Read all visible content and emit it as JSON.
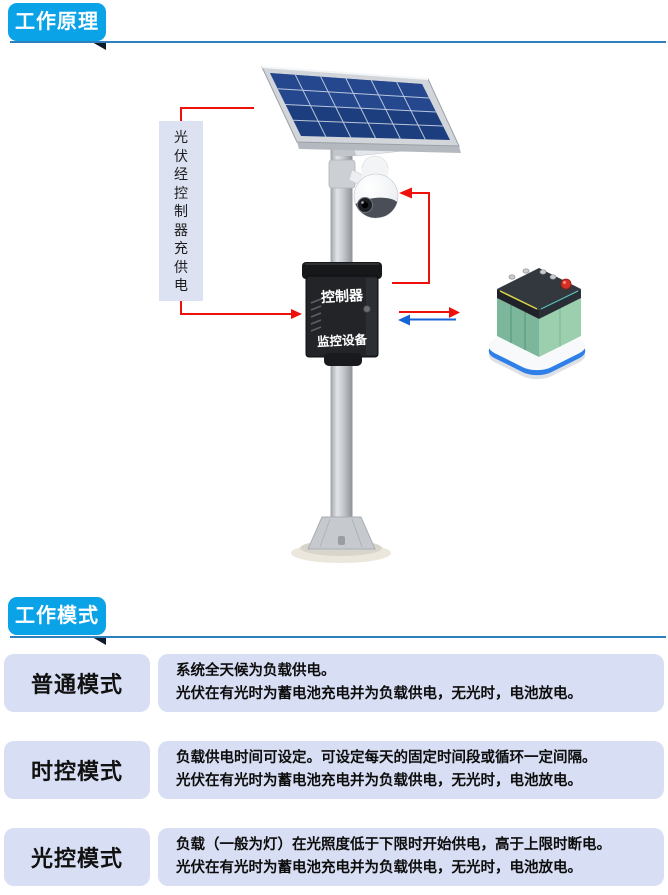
{
  "header": {
    "principle_badge": "工作原理",
    "mode_badge": "工作模式"
  },
  "colors": {
    "badge": "#0ba3e8",
    "rule": "#2e7fbe",
    "card_bg": "#d8def3",
    "arrow_red": "#ee100a",
    "arrow_blue": "#1565d8",
    "panel_blue": "#1d3e7e",
    "label_bg": "#dce2f2"
  },
  "diagram": {
    "flow_label": "光伏经控制器充供电",
    "controller_box": {
      "title": "控制器",
      "subtitle": "监控设备"
    },
    "parts": [
      "solar-panel",
      "ptz-camera",
      "controller-box",
      "pole",
      "battery"
    ],
    "arrows": [
      "pv-to-panel-line",
      "pv-to-controller-arrow",
      "controller-to-camera-arrow",
      "charge-arrow-right",
      "discharge-arrow-left"
    ]
  },
  "modes": [
    {
      "name": "普通模式",
      "lines": [
        "系统全天候为负载供电。",
        "光伏在有光时为蓄电池充电并为负载供电，无光时，电池放电。"
      ]
    },
    {
      "name": "时控模式",
      "lines": [
        "负载供电时间可设定。可设定每天的固定时间段或循环一定间隔。",
        "光伏在有光时为蓄电池充电并为负载供电，无光时，电池放电。"
      ]
    },
    {
      "name": "光控模式",
      "lines": [
        "负载（一般为灯）在光照度低于下限时开始供电，高于上限时断电。",
        "光伏在有光时为蓄电池充电并为负载供电，无光时，电池放电。"
      ]
    }
  ]
}
